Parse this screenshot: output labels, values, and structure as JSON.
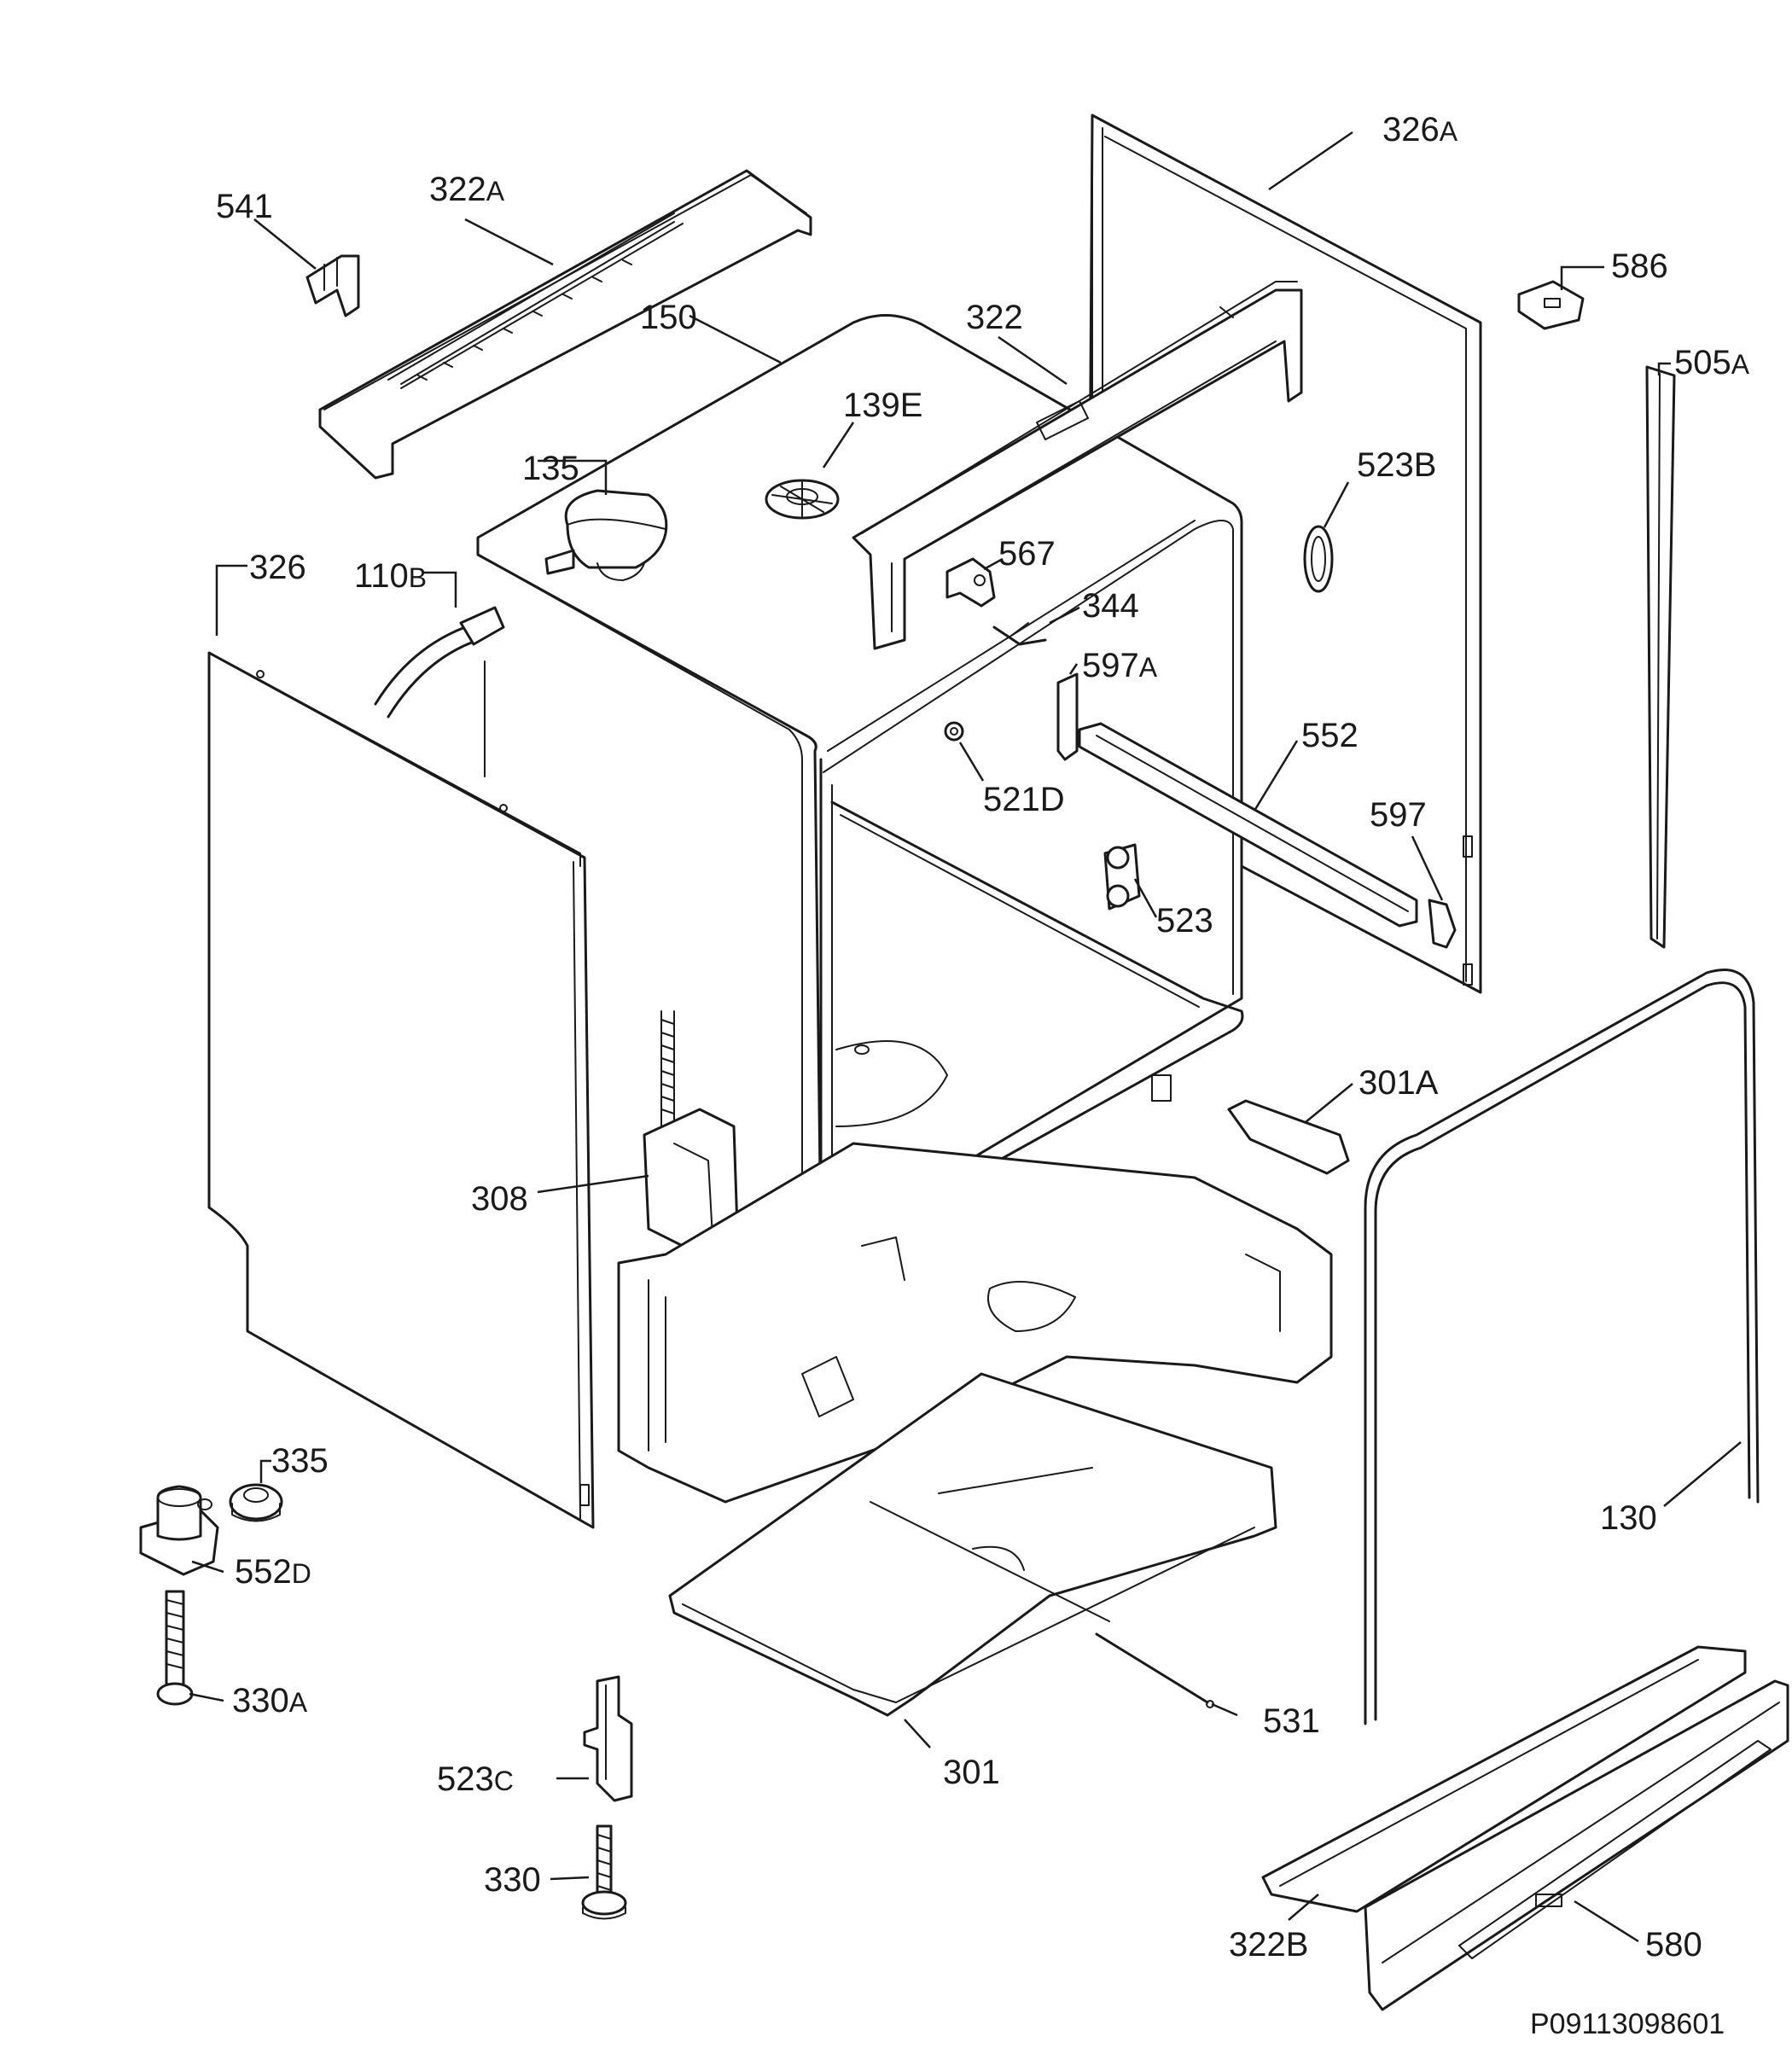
{
  "diagram": {
    "reference": "P09113098601",
    "labels": {
      "p541": {
        "main": "541",
        "suffix": ""
      },
      "p322A": {
        "main": "322",
        "suffix": "A"
      },
      "p150": {
        "main": "150",
        "suffix": ""
      },
      "p322": {
        "main": "322",
        "suffix": ""
      },
      "p326A": {
        "main": "326",
        "suffix": "A"
      },
      "p586": {
        "main": "586",
        "suffix": ""
      },
      "p505A": {
        "main": "505",
        "suffix": "A"
      },
      "p139E": {
        "main": "139E",
        "suffix": ""
      },
      "p135": {
        "main": "135",
        "suffix": ""
      },
      "p523B": {
        "main": "523B",
        "suffix": ""
      },
      "p326": {
        "main": "326",
        "suffix": ""
      },
      "p110B": {
        "main": "110",
        "suffix": "B"
      },
      "p567": {
        "main": "567",
        "suffix": ""
      },
      "p344": {
        "main": "344",
        "suffix": ""
      },
      "p597A": {
        "main": "597",
        "suffix": "A"
      },
      "p552": {
        "main": "552",
        "suffix": ""
      },
      "p521D": {
        "main": "521D",
        "suffix": ""
      },
      "p597": {
        "main": "597",
        "suffix": ""
      },
      "p523": {
        "main": "523",
        "suffix": ""
      },
      "p301A": {
        "main": "301A",
        "suffix": ""
      },
      "p308": {
        "main": "308",
        "suffix": ""
      },
      "p130": {
        "main": "130",
        "suffix": ""
      },
      "p335": {
        "main": "335",
        "suffix": ""
      },
      "p552D": {
        "main": "552",
        "suffix": "D"
      },
      "p330A": {
        "main": "330",
        "suffix": "A"
      },
      "p531": {
        "main": "531",
        "suffix": ""
      },
      "p301": {
        "main": "301",
        "suffix": ""
      },
      "p523C": {
        "main": "523",
        "suffix": "C"
      },
      "p330": {
        "main": "330",
        "suffix": ""
      },
      "p322B": {
        "main": "322B",
        "suffix": ""
      },
      "p580": {
        "main": "580",
        "suffix": ""
      }
    }
  }
}
